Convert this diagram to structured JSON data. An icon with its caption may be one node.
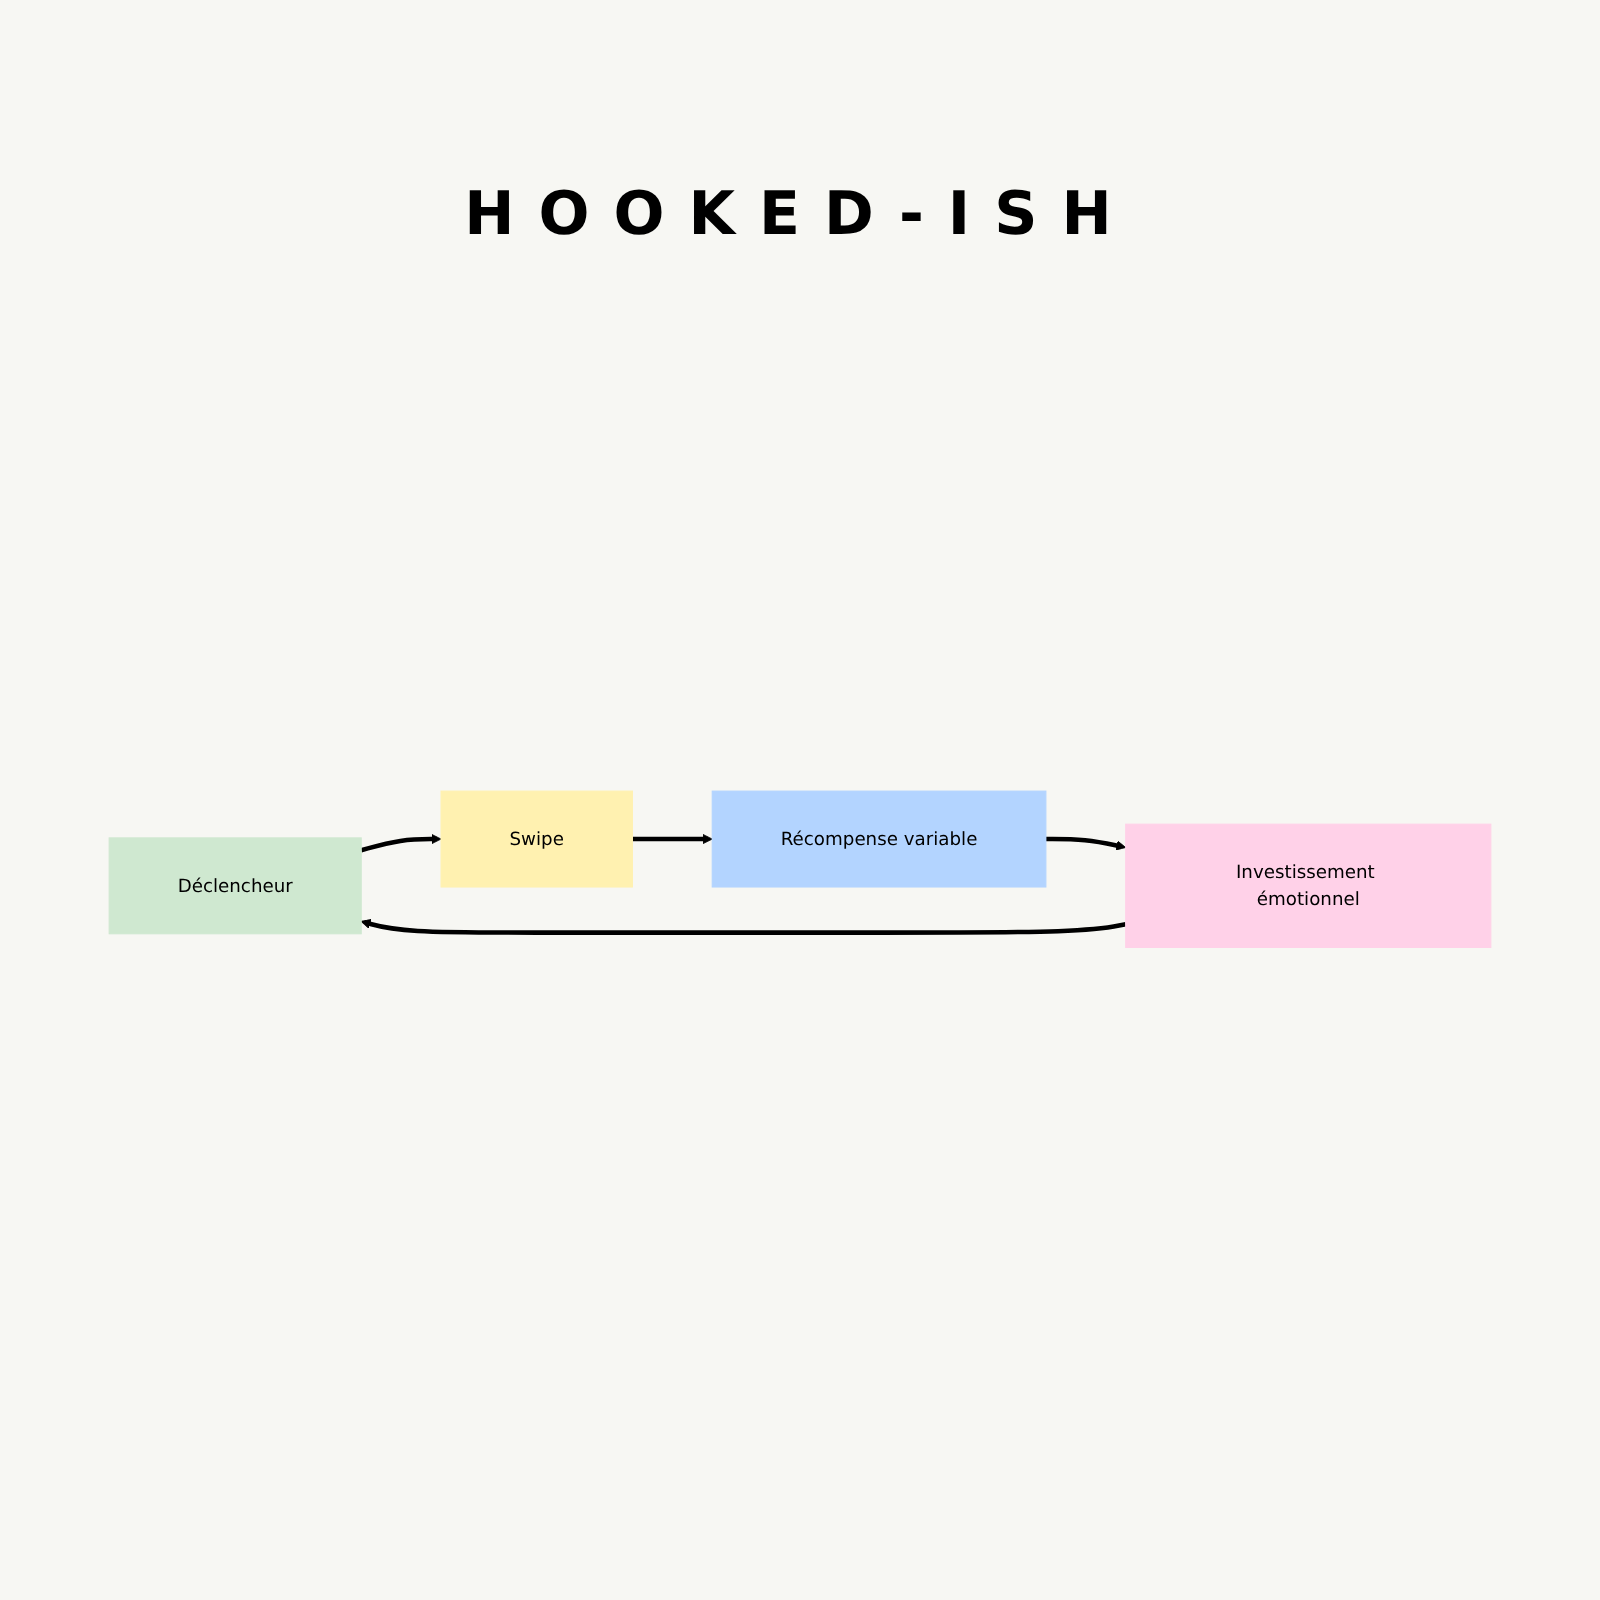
{
  "diagram": {
    "title": "HOOKED-ISH",
    "nodes": [
      {
        "text": [
          "Déclencheur"
        ]
      },
      {
        "text": [
          "Swipe"
        ]
      },
      {
        "text": [
          "Récompense variable"
        ]
      },
      {
        "text": [
          "Investissement émotionnel"
        ]
      }
    ],
    "edges": [
      {
        "from": 0,
        "to": 1,
        "arrow": "to"
      },
      {
        "from": 1,
        "to": 2,
        "arrow": "to"
      },
      {
        "from": 2,
        "to": 3,
        "arrow": "to"
      },
      {
        "from": 3,
        "to": 0,
        "arrow": "to"
      }
    ]
  }
}
